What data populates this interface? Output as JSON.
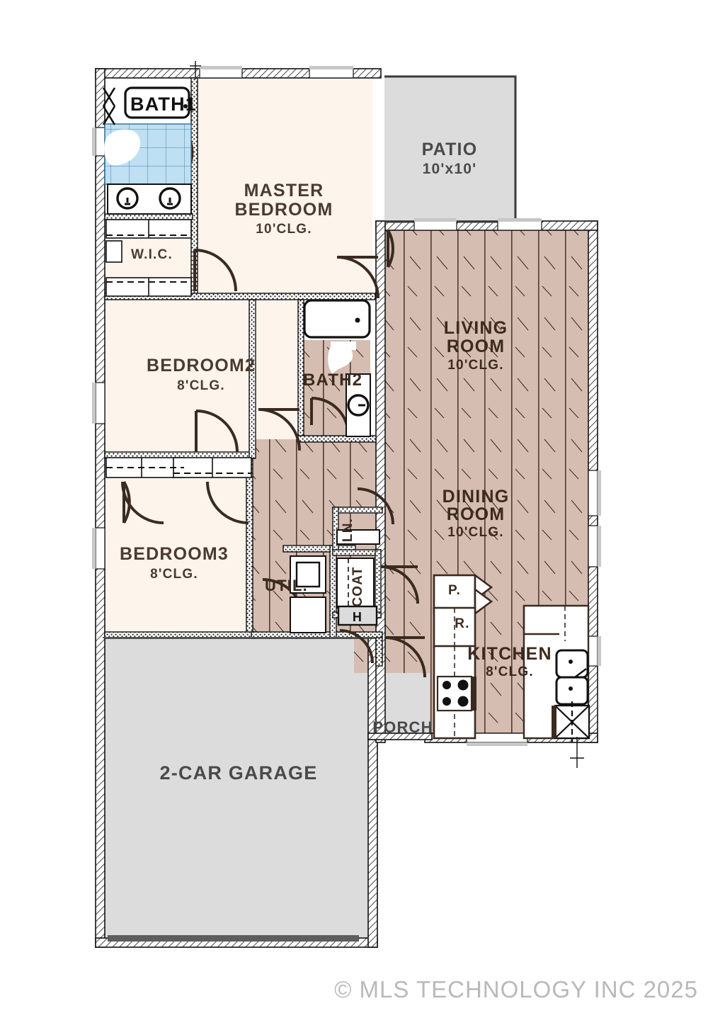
{
  "document": {
    "type": "residential-floor-plan",
    "watermark": "© MLS TECHNOLOGY INC 2025"
  },
  "colors": {
    "wall_fill": "#ffffff",
    "wall_stroke": "#1a1a1a",
    "bedroom_floor": "#fdf4ec",
    "living_floor": "#d6bdb1",
    "garage_floor": "#dcdcdc",
    "patio_floor": "#dcdcdc",
    "porch_floor": "#dcdcdc",
    "tile_blue": "#bfe0f2",
    "label_dark": "#4a3a30",
    "label_gray": "#595959",
    "watermark_gray": "#b9b9b9"
  },
  "rooms": [
    {
      "id": "bath1",
      "name": "BATH1",
      "sub": "",
      "label_style": "boxed"
    },
    {
      "id": "wic",
      "name": "W.I.C.",
      "sub": "",
      "label_style": "plain"
    },
    {
      "id": "master",
      "name_line1": "MASTER",
      "name_line2": "BEDROOM",
      "sub": "10'CLG."
    },
    {
      "id": "patio",
      "name": "PATIO",
      "sub": "10'x10'"
    },
    {
      "id": "living",
      "name_line1": "LIVING",
      "name_line2": "ROOM",
      "sub": "10'CLG."
    },
    {
      "id": "bedroom2",
      "name": "BEDROOM2",
      "sub": "8'CLG."
    },
    {
      "id": "bath2",
      "name": "BATH2",
      "sub": ""
    },
    {
      "id": "dining",
      "name_line1": "DINING",
      "name_line2": "ROOM",
      "sub": "10'CLG."
    },
    {
      "id": "bedroom3",
      "name": "BEDROOM3",
      "sub": "8'CLG."
    },
    {
      "id": "utility",
      "name": "UTIL.",
      "sub": ""
    },
    {
      "id": "linen",
      "name": "LN.",
      "sub": ""
    },
    {
      "id": "coat",
      "name": "COAT",
      "sub": ""
    },
    {
      "id": "water_heater",
      "name": "H",
      "sub": ""
    },
    {
      "id": "kitchen",
      "name": "KITCHEN",
      "sub": "8'CLG."
    },
    {
      "id": "porch",
      "name": "PORCH",
      "sub": ""
    },
    {
      "id": "garage",
      "name": "2-CAR GARAGE",
      "sub": ""
    }
  ],
  "labels": {
    "bath1": "BATH1",
    "wic": "W.I.C.",
    "master_1": "MASTER",
    "master_2": "BEDROOM",
    "master_clg": "10'CLG.",
    "patio": "PATIO",
    "patio_dim": "10'x10'",
    "living_1": "LIVING",
    "living_2": "ROOM",
    "living_clg": "10'CLG.",
    "bedroom2": "BEDROOM2",
    "bedroom2_clg": "8'CLG.",
    "bath2": "BATH2",
    "dining_1": "DINING",
    "dining_2": "ROOM",
    "dining_clg": "10'CLG.",
    "bedroom3": "BEDROOM3",
    "bedroom3_clg": "8'CLG.",
    "utility": "UTIL.",
    "linen": "LN.",
    "coat": "COAT",
    "water_heater": "H",
    "kitchen": "KITCHEN",
    "kitchen_clg": "8'CLG.",
    "porch": "PORCH",
    "garage": "2-CAR GARAGE",
    "pantry": "P.",
    "refrigerator": "R."
  },
  "fixtures": [
    {
      "id": "master-shower",
      "name": "shower-tile"
    },
    {
      "id": "master-vanity",
      "name": "double-vanity-sinks"
    },
    {
      "id": "master-toilet",
      "name": "toilet"
    },
    {
      "id": "bath2-tub",
      "name": "bathtub"
    },
    {
      "id": "bath2-toilet",
      "name": "toilet"
    },
    {
      "id": "bath2-sink",
      "name": "sink"
    },
    {
      "id": "kitchen-range",
      "name": "cooktop-range"
    },
    {
      "id": "kitchen-sink",
      "name": "double-sink"
    },
    {
      "id": "kitchen-dw",
      "name": "dishwasher"
    },
    {
      "id": "kitchen-fridge",
      "name": "refrigerator"
    },
    {
      "id": "kitchen-pantry",
      "name": "pantry"
    },
    {
      "id": "util-washer",
      "name": "washer"
    },
    {
      "id": "util-dryer",
      "name": "dryer"
    }
  ]
}
